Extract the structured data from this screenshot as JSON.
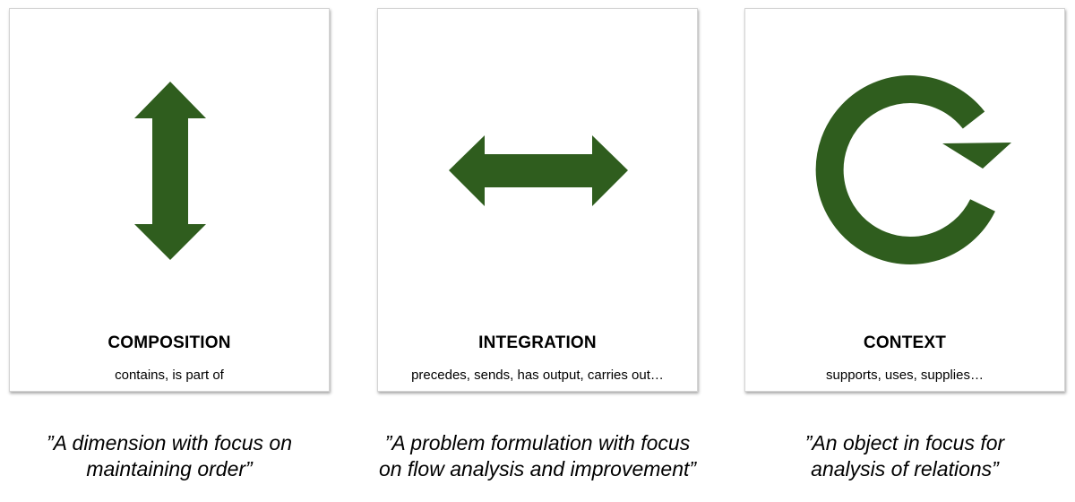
{
  "colors": {
    "arrow": "#2f5d1e",
    "card_border": "#d4d4d4"
  },
  "cards": [
    {
      "icon": "vertical-double-arrow-icon",
      "title": "COMPOSITION",
      "subtitle": "contains, is part of",
      "quote_line1": "”A dimension with focus on",
      "quote_line2": "maintaining order”"
    },
    {
      "icon": "horizontal-double-arrow-icon",
      "title": "INTEGRATION",
      "subtitle": "precedes, sends, has output, carries out…",
      "quote_line1": "”A problem formulation with focus",
      "quote_line2": "on flow analysis and improvement”"
    },
    {
      "icon": "circular-arrow-icon",
      "title": "CONTEXT",
      "subtitle": "supports, uses, supplies…",
      "quote_line1": "”An object in focus for",
      "quote_line2": "analysis of relations”"
    }
  ]
}
